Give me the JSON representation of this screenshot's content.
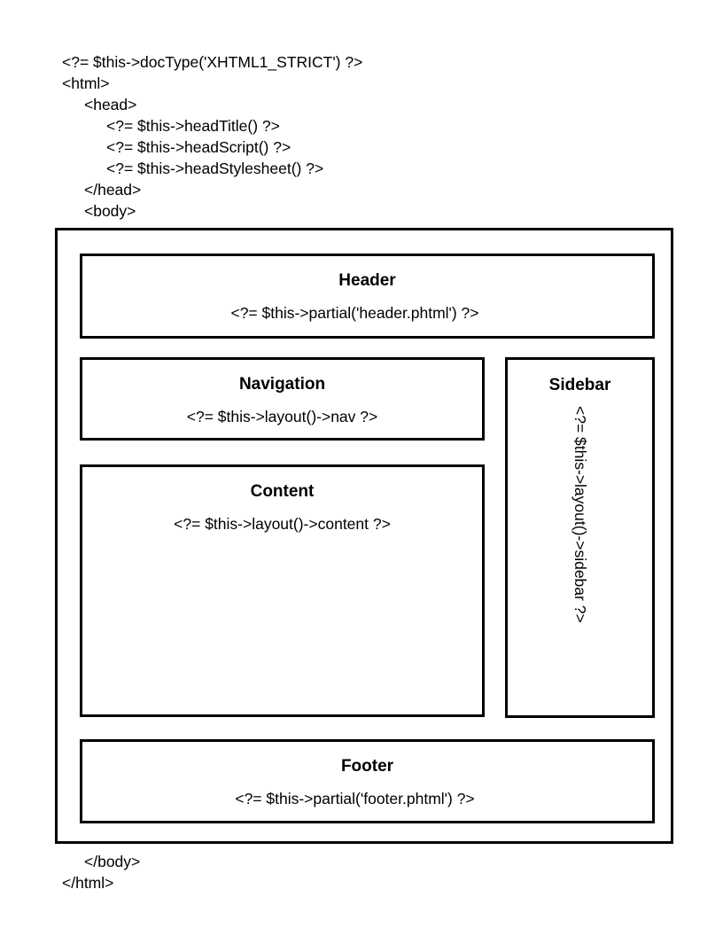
{
  "document": {
    "title": "Zend Framework two-step view layout diagram",
    "background_color": "#ffffff",
    "text_color": "#000000",
    "border_color": "#000000"
  },
  "top_code": {
    "lines": [
      {
        "text": "<?= $this->docType('XHTML1_STRICT') ?>",
        "indent": 0
      },
      {
        "text": "<html>",
        "indent": 0
      },
      {
        "text": "<head>",
        "indent": 1
      },
      {
        "text": "<?= $this->headTitle() ?>",
        "indent": 2
      },
      {
        "text": "<?= $this->headScript() ?>",
        "indent": 2
      },
      {
        "text": "<?= $this->headStylesheet() ?>",
        "indent": 2
      },
      {
        "text": "</head>",
        "indent": 1
      },
      {
        "text": "<body>",
        "indent": 1
      }
    ]
  },
  "bottom_code": {
    "lines": [
      {
        "text": "</body>",
        "indent": 1
      },
      {
        "text": "</html>",
        "indent": 0
      }
    ]
  },
  "regions": {
    "header": {
      "title": "Header",
      "code": "<?= $this->partial('header.phtml') ?>"
    },
    "navigation": {
      "title": "Navigation",
      "code": "<?= $this->layout()->nav ?>"
    },
    "content": {
      "title": "Content",
      "code": "<?= $this->layout()->content ?>"
    },
    "sidebar": {
      "title": "Sidebar",
      "code": "<?= $this->layout()->sidebar ?>"
    },
    "footer": {
      "title": "Footer",
      "code": "<?= $this->partial('footer.phtml') ?>"
    }
  }
}
